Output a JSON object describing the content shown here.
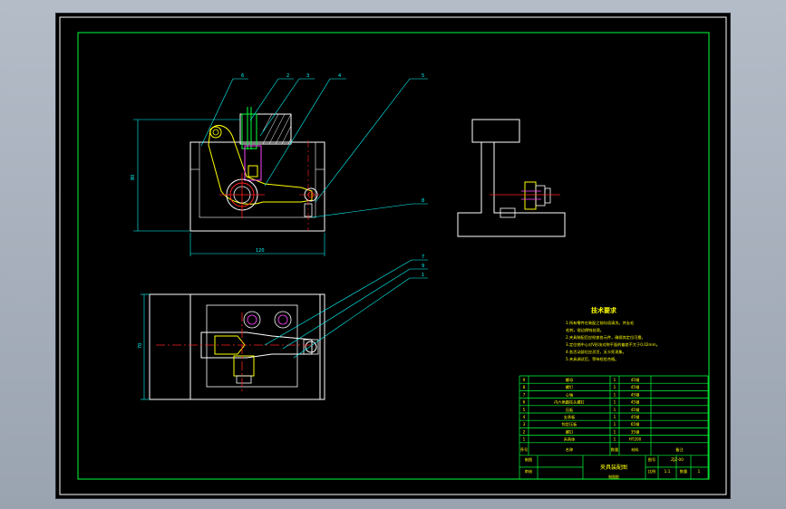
{
  "drawing": {
    "title": "夹具装配图",
    "drawing_no": "ZJZ-00",
    "scale": "1:1",
    "sheet_index": "1",
    "owner_label": "制图图"
  },
  "dimensions": {
    "front_height": "80",
    "front_width": "120",
    "top_height": "70"
  },
  "callouts": [
    "6",
    "2",
    "3",
    "4",
    "5",
    "8",
    "7",
    "9",
    "1"
  ],
  "technical_requirements": {
    "heading": "技术要求",
    "lines": [
      "1.所有零件在装配之前均须清洗，并去毛",
      "   毛刺，锐边倒钝处理。",
      "2.夹具装配后应检查各元件，确保其定位可靠。",
      "3.定位销中心对V形块对称平面的偏差不大于0.02mm。",
      "4.各活动部位应灵活，无卡死现象。",
      "5.夹具调试后，等待检验合格。"
    ]
  },
  "bom": {
    "headers": {
      "no": "序号",
      "name": "名称",
      "qty": "数量",
      "material": "材料",
      "note": "备注"
    },
    "rows": [
      {
        "no": "9",
        "name": "螺母",
        "qty": "1",
        "material": "45钢"
      },
      {
        "no": "8",
        "name": "螺钉",
        "qty": "1",
        "material": "45钢"
      },
      {
        "no": "7",
        "name": "心轴",
        "qty": "1",
        "material": "45钢"
      },
      {
        "no": "6",
        "name": "内六角圆柱头螺钉",
        "qty": "1",
        "material": "45钢"
      },
      {
        "no": "5",
        "name": "压板",
        "qty": "1",
        "material": "45钢"
      },
      {
        "no": "4",
        "name": "支承板",
        "qty": "1",
        "material": "45钢"
      },
      {
        "no": "3",
        "name": "钩型压板",
        "qty": "1",
        "material": "65钢"
      },
      {
        "no": "2",
        "name": "螺钉",
        "qty": "1",
        "material": "35钢"
      },
      {
        "no": "1",
        "name": "夹具体",
        "qty": "1",
        "material": "HT200"
      }
    ],
    "footer": {
      "drawn_label": "制图",
      "check_label": "审核",
      "label_no": "图号",
      "label_scale": "比例",
      "label_sheet": "数量"
    }
  },
  "colors": {
    "green": "#00ff3a",
    "white": "#ffffff",
    "cyan": "#00ffff",
    "yellow": "#ffff00",
    "red": "#ff2020",
    "magenta": "#ff44ff",
    "background": "#000000"
  }
}
